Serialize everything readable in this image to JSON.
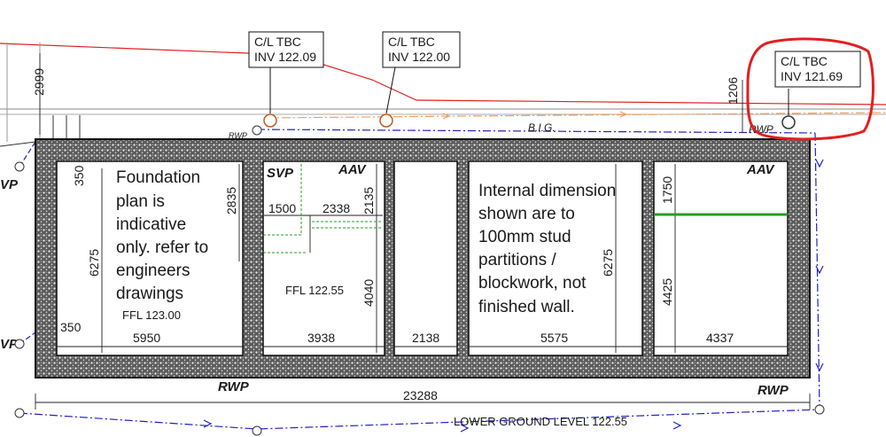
{
  "drainage_points": [
    {
      "cl": "C/L TBC",
      "inv": "INV 122.09"
    },
    {
      "cl": "C/L TBC",
      "inv": "INV 122.00"
    },
    {
      "cl": "C/L TBC",
      "inv": "INV 121.69"
    }
  ],
  "labels": {
    "big": "B.I.G.",
    "rwp": "RWP",
    "rwp_edge": "VP",
    "svp": "SVP",
    "aav": "AAV",
    "lower_ground": "LOWER GROUND LEVEL 122.55",
    "ffl_left": "FFL 123.00",
    "ffl_mid": "FFL 122.55"
  },
  "notes": {
    "foundation": [
      "Foundation",
      "plan is",
      "indicative",
      "only. refer to",
      "engineers",
      "drawings"
    ],
    "internal": [
      "Internal dimension",
      "shown are to",
      "100mm stud",
      "partitions /",
      "blockwork, not",
      "finished wall."
    ]
  },
  "dimensions": {
    "left_top": "2999",
    "right_top": "1206",
    "wall_350_top": "350",
    "wall_350_bottom": "350",
    "room1_height": "6275",
    "room1_width": "5950",
    "room2_2835": "2835",
    "room2_1500": "1500",
    "room2_2338": "2338",
    "room2_2135": "2135",
    "room2_4040": "4040",
    "room2_width": "3938",
    "room3_width": "2138",
    "room4_height": "6275",
    "room4_width": "5575",
    "room5_1750": "1750",
    "room5_4425": "4425",
    "room5_width": "4337",
    "overall": "23288"
  },
  "colors": {
    "red_line": "#e02020",
    "highlight": "#e02020",
    "orange_dash": "#f0a060",
    "blue_dash": "#2020c8",
    "green": "#20a020"
  }
}
